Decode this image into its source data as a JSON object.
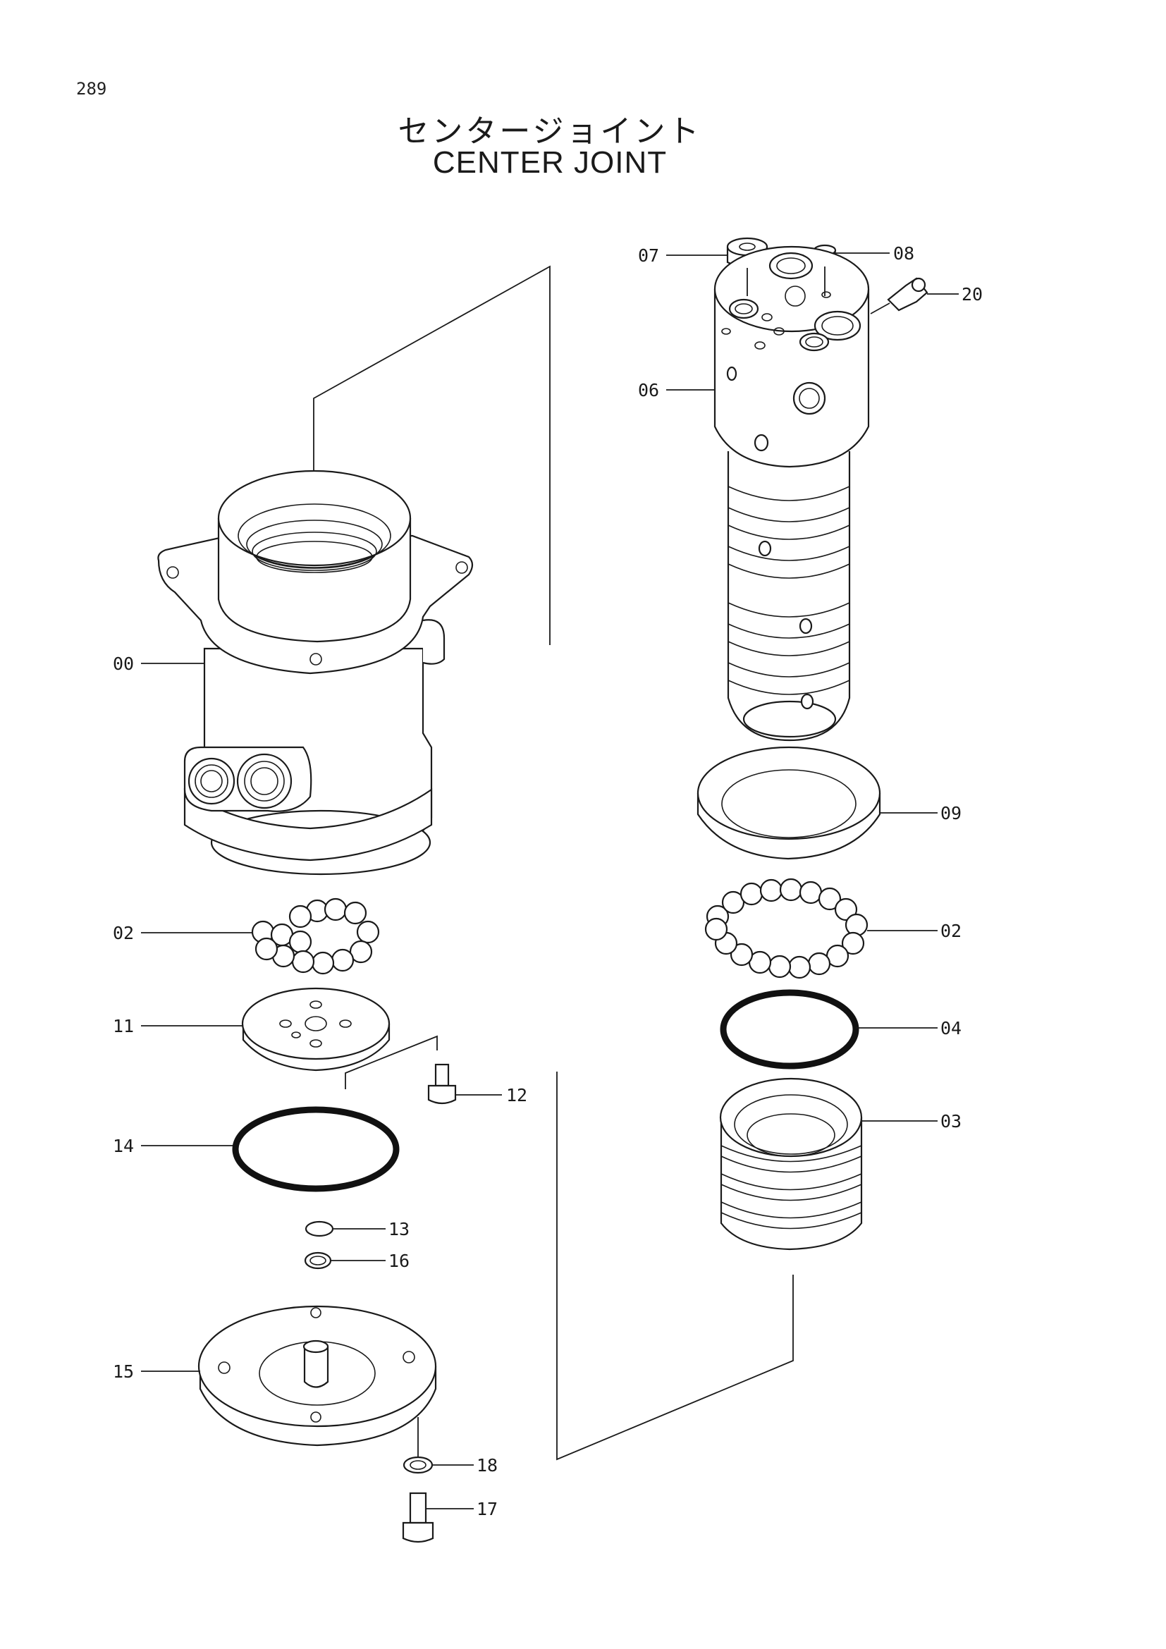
{
  "page_number": "289",
  "title_jp": "センタージョイント",
  "title_en": "CENTER JOINT",
  "callouts": [
    "00",
    "02",
    "11",
    "14",
    "12",
    "13",
    "16",
    "15",
    "18",
    "17",
    "07",
    "08",
    "20",
    "06",
    "09",
    "02",
    "04",
    "03"
  ]
}
